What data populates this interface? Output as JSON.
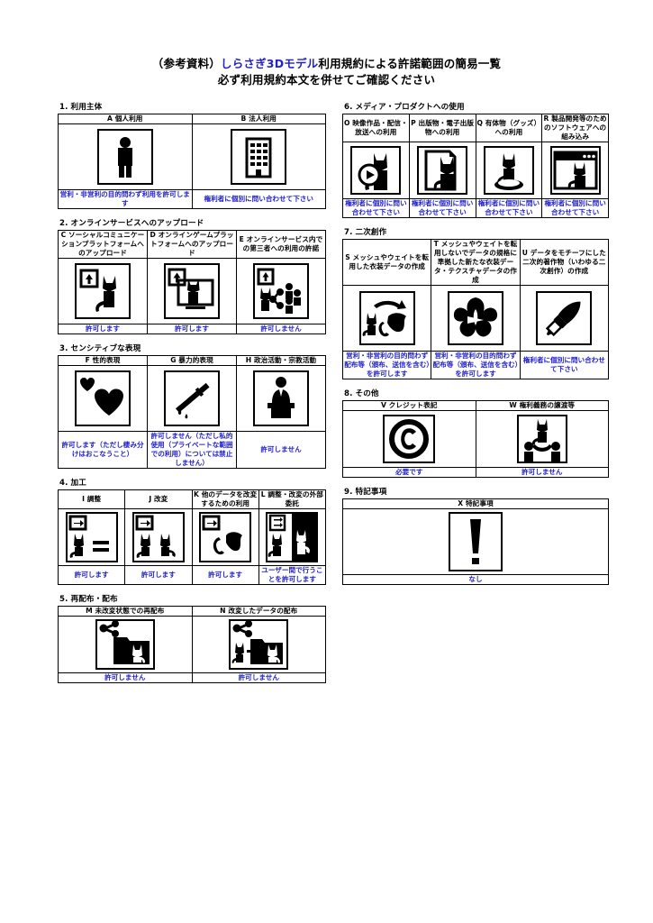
{
  "title": {
    "line1_pre": "（参考資料）",
    "line1_blue": "しらさぎ3Dモデル",
    "line1_post": "利用規約による許諾範囲の簡易一覧",
    "line2": "必ず利用規約本文を併せてご確認ください"
  },
  "colors": {
    "text": "#000000",
    "accent_blue": "#2222cc",
    "border": "#000000",
    "background": "#ffffff"
  },
  "sections": [
    {
      "id": "s1",
      "number": "1.",
      "title": "1. 利用主体",
      "columns": [
        {
          "code": "A",
          "header": "A 個人利用",
          "icon": "person-icon",
          "answer": "営利・非営利の目的問わず利用を許可します"
        },
        {
          "code": "B",
          "header": "B 法人利用",
          "icon": "building-icon",
          "answer": "権利者に個別に問い合わせて下さい"
        }
      ]
    },
    {
      "id": "s2",
      "number": "2.",
      "title": "2. オンラインサービスへのアップロード",
      "columns": [
        {
          "code": "C",
          "header": "C ソーシャルコミュニケーションプラットフォームへのアップロード",
          "icon": "upload-cat-icon",
          "answer": "許可します"
        },
        {
          "code": "D",
          "header": "D オンラインゲームプラットフォームへのアップロード",
          "icon": "upload-monitor-cat-icon",
          "answer": "許可します"
        },
        {
          "code": "E",
          "header": "E オンラインサービス内での第三者への利用の許諾",
          "icon": "upload-share-people-icon",
          "answer": "許可しません"
        }
      ]
    },
    {
      "id": "s3",
      "number": "3.",
      "title": "3. センシティブな表現",
      "columns": [
        {
          "code": "F",
          "header": "F 性的表現",
          "icon": "hearts-icon",
          "answer": "許可します（ただし棲み分けはおこなうこと）"
        },
        {
          "code": "G",
          "header": "G 暴力的表現",
          "icon": "knife-icon",
          "answer": "許可しません（ただし私的使用（プライベートな範囲での利用）については禁止しません）"
        },
        {
          "code": "H",
          "header": "H 政治活動・宗教活動",
          "icon": "podium-speaker-icon",
          "answer": "許可しません"
        }
      ]
    },
    {
      "id": "s4",
      "number": "4.",
      "title": "4. 加工",
      "columns": [
        {
          "code": "I",
          "header": "I 調整",
          "icon": "arrow-cat-equal-icon",
          "answer": "許可します"
        },
        {
          "code": "J",
          "header": "J 改変",
          "icon": "arrow-cat-cat-icon",
          "answer": "許可します"
        },
        {
          "code": "K",
          "header": "K 他のデータを改変するための利用",
          "icon": "arrow-cat-shape-icon",
          "answer": "許可します"
        },
        {
          "code": "L",
          "header": "L 調整・改変の外部委託",
          "icon": "outsourcing-two-cats-icon",
          "answer": "ユーザー間で行うことを許可します"
        }
      ]
    },
    {
      "id": "s5",
      "number": "5.",
      "title": "5. 再配布・配布",
      "columns": [
        {
          "code": "M",
          "header": "M 未改変状態での再配布",
          "icon": "share-folder-cat-icon",
          "answer": "許可しません"
        },
        {
          "code": "N",
          "header": "N 改変したデータの配布",
          "icon": "share-folder-cat-modified-icon",
          "answer": "許可しません"
        }
      ]
    },
    {
      "id": "s6",
      "number": "6.",
      "title": "6. メディア・プロダクトへの使用",
      "columns": [
        {
          "code": "O",
          "header": "O 映像作品・配信・放送への利用",
          "icon": "play-cat-icon",
          "answer": "権利者に個別に問い合わせて下さい"
        },
        {
          "code": "P",
          "header": "P 出版物・電子出版物への利用",
          "icon": "document-cat-icon",
          "answer": "権利者に個別に問い合わせて下さい"
        },
        {
          "code": "Q",
          "header": "Q 有体物（グッズ）への利用",
          "icon": "figure-cat-icon",
          "answer": "権利者に個別に問い合わせて下さい"
        },
        {
          "code": "R",
          "header": "R 製品開発等のためのソフトウェアへの組み込み",
          "icon": "software-window-cat-icon",
          "answer": "権利者に個別に問い合わせて下さい"
        }
      ]
    },
    {
      "id": "s7",
      "number": "7.",
      "title": "7. 二次創作",
      "columns": [
        {
          "code": "S",
          "header": "S メッシュやウェイトを転用した衣装データの作成",
          "icon": "cat-to-costume-icon",
          "answer": "営利・非営利の目的問わず配布等（頒布、送信を含む）を許可します"
        },
        {
          "code": "T",
          "header": "T メッシュやウェイトを転用しないでデータの規格に準拠した新たな衣装データ・テクスチャデータの作成",
          "icon": "costume-icon",
          "answer": "営利・非営利の目的問わず配布等（頒布、送信を含む）を許可します"
        },
        {
          "code": "U",
          "header": "U データをモチーフにした二次的著作物（いわゆる二次創作）の作成",
          "icon": "brush-icon",
          "answer": "権利者に個別に問い合わせて下さい"
        }
      ]
    },
    {
      "id": "s8",
      "number": "8.",
      "title": "8. その他",
      "columns": [
        {
          "code": "V",
          "header": "V クレジット表記",
          "icon": "copyright-icon",
          "answer": "必要です"
        },
        {
          "code": "W",
          "header": "W 権利義務の譲渡等",
          "icon": "transfer-people-cat-icon",
          "answer": "許可しません"
        }
      ]
    },
    {
      "id": "s9",
      "number": "9.",
      "title": "9. 特記事項",
      "columns": [
        {
          "code": "X",
          "header": "X 特記事項",
          "icon": "exclamation-icon",
          "answer": "なし"
        }
      ]
    }
  ]
}
